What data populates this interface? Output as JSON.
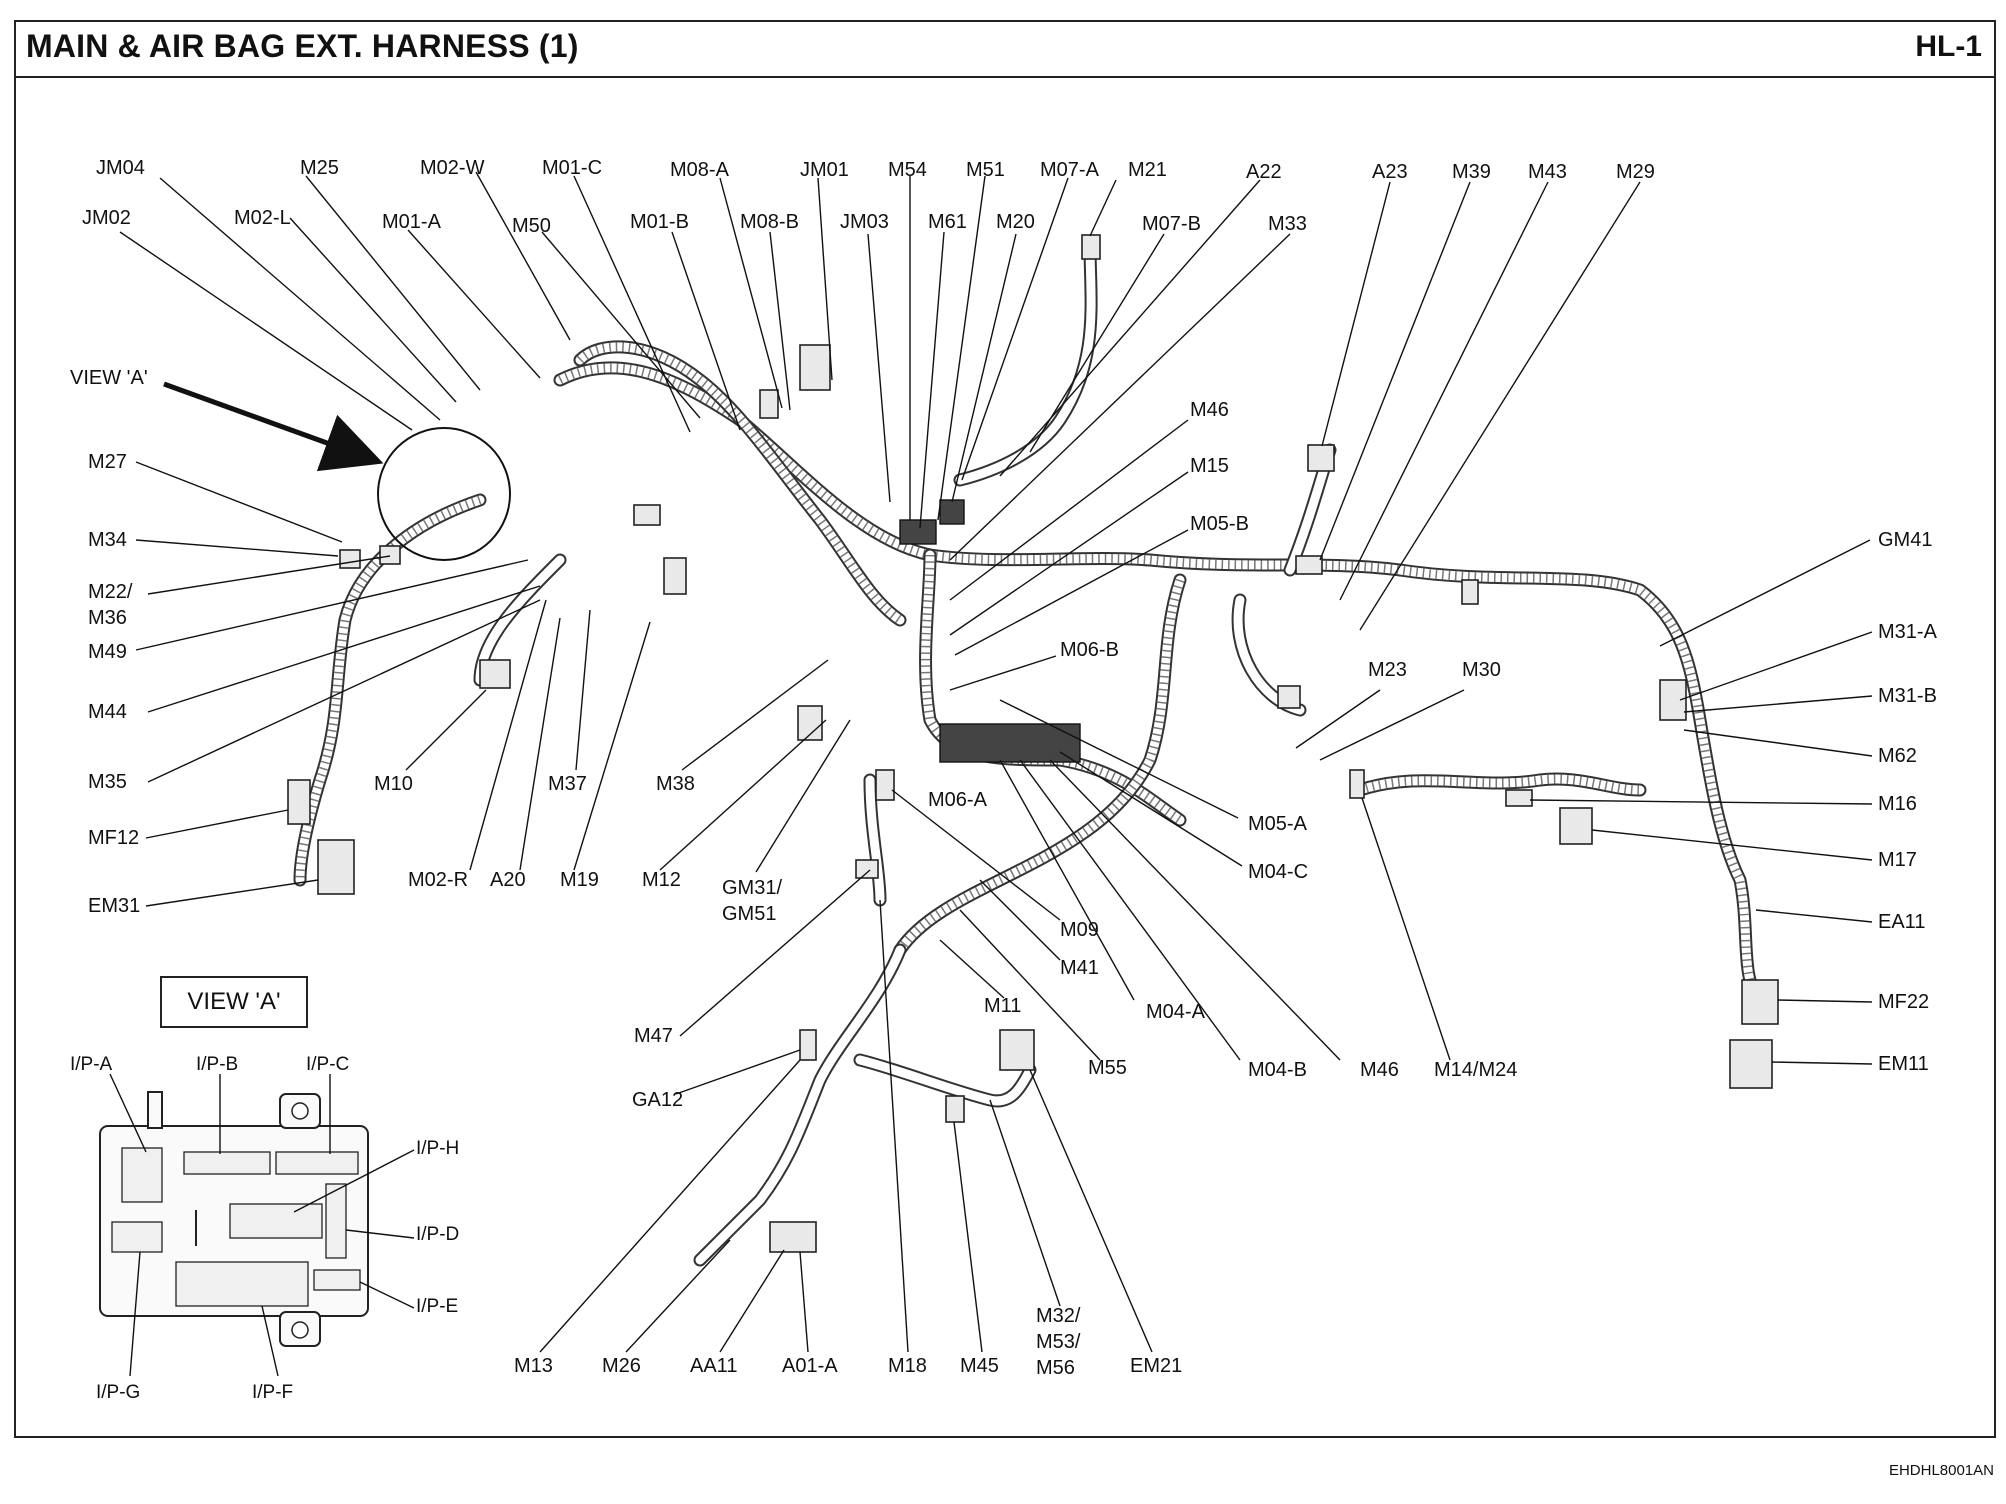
{
  "header": {
    "title": "MAIN & AIR BAG EXT. HARNESS (1)",
    "page_id": "HL-1"
  },
  "footer": {
    "doc_code": "EHDHL8001AN"
  },
  "view_label": "VIEW 'A'",
  "view_box_label": "VIEW 'A'",
  "labels": {
    "JM04": "JM04",
    "M25": "M25",
    "M02-W": "M02-W",
    "M01-C": "M01-C",
    "M08-A": "M08-A",
    "JM01": "JM01",
    "M54": "M54",
    "M51": "M51",
    "M07-A": "M07-A",
    "M21": "M21",
    "A22": "A22",
    "A23": "A23",
    "M39": "M39",
    "M43": "M43",
    "M29": "M29",
    "JM02": "JM02",
    "M02-L": "M02-L",
    "M01-A": "M01-A",
    "M50": "M50",
    "M01-B": "M01-B",
    "M08-B": "M08-B",
    "JM03": "JM03",
    "M61": "M61",
    "M20": "M20",
    "M07-B": "M07-B",
    "M33": "M33",
    "M27": "M27",
    "M34": "M34",
    "M22_M36_a": "M22/",
    "M22_M36_b": "M36",
    "M49": "M49",
    "M44": "M44",
    "M35": "M35",
    "MF12": "MF12",
    "EM31": "EM31",
    "M10": "M10",
    "M37": "M37",
    "M38": "M38",
    "M02-R": "M02-R",
    "A20": "A20",
    "M19": "M19",
    "M12": "M12",
    "GM31_a": "GM31/",
    "GM51": "GM51",
    "M46_top": "M46",
    "M15": "M15",
    "M05-B": "M05-B",
    "M06-B": "M06-B",
    "M06-A": "M06-A",
    "M05-A": "M05-A",
    "M04-C": "M04-C",
    "M09": "M09",
    "M41": "M41",
    "M11": "M11",
    "M55": "M55",
    "M04-A": "M04-A",
    "M04-B": "M04-B",
    "M46_bottom": "M46",
    "M14_M24": "M14/M24",
    "M23": "M23",
    "M30": "M30",
    "GM41": "GM41",
    "M31-A": "M31-A",
    "M31-B": "M31-B",
    "M62": "M62",
    "M16": "M16",
    "M17": "M17",
    "EA11": "EA11",
    "MF22": "MF22",
    "EM11": "EM11",
    "M47": "M47",
    "GA12": "GA12",
    "M13": "M13",
    "M26": "M26",
    "AA11": "AA11",
    "A01-A": "A01-A",
    "M18": "M18",
    "M45": "M45",
    "M32_a": "M32/",
    "M53_b": "M53/",
    "M56_c": "M56",
    "EM21": "EM21",
    "IP-A": "I/P-A",
    "IP-B": "I/P-B",
    "IP-C": "I/P-C",
    "IP-H": "I/P-H",
    "IP-D": "I/P-D",
    "IP-E": "I/P-E",
    "IP-G": "I/P-G",
    "IP-F": "I/P-F"
  }
}
